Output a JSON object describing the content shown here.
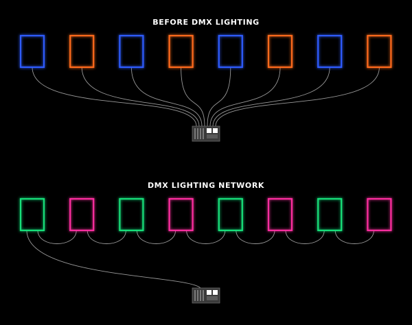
{
  "top_section": {
    "title": "BEFORE DMX LIGHTING",
    "panel_colors": [
      "#2f5bff",
      "#ff6a1a",
      "#2f5bff",
      "#ff6a1a",
      "#2f5bff",
      "#ff6a1a",
      "#2f5bff",
      "#ff6a1a"
    ],
    "wiring": "star"
  },
  "bottom_section": {
    "title": "DMX LIGHTING NETWORK",
    "panel_colors": [
      "#19e07a",
      "#ff2fa0",
      "#19e07a",
      "#ff2fa0",
      "#19e07a",
      "#ff2fa0",
      "#19e07a",
      "#ff2fa0"
    ],
    "wiring": "daisy-chain"
  },
  "colors": {
    "background": "#000000",
    "cable": "#9a9a9a",
    "divider": "#8a8a8a",
    "controller_body": "#3a3a3a"
  },
  "icons": {
    "controller": "dmx-controller-icon"
  }
}
